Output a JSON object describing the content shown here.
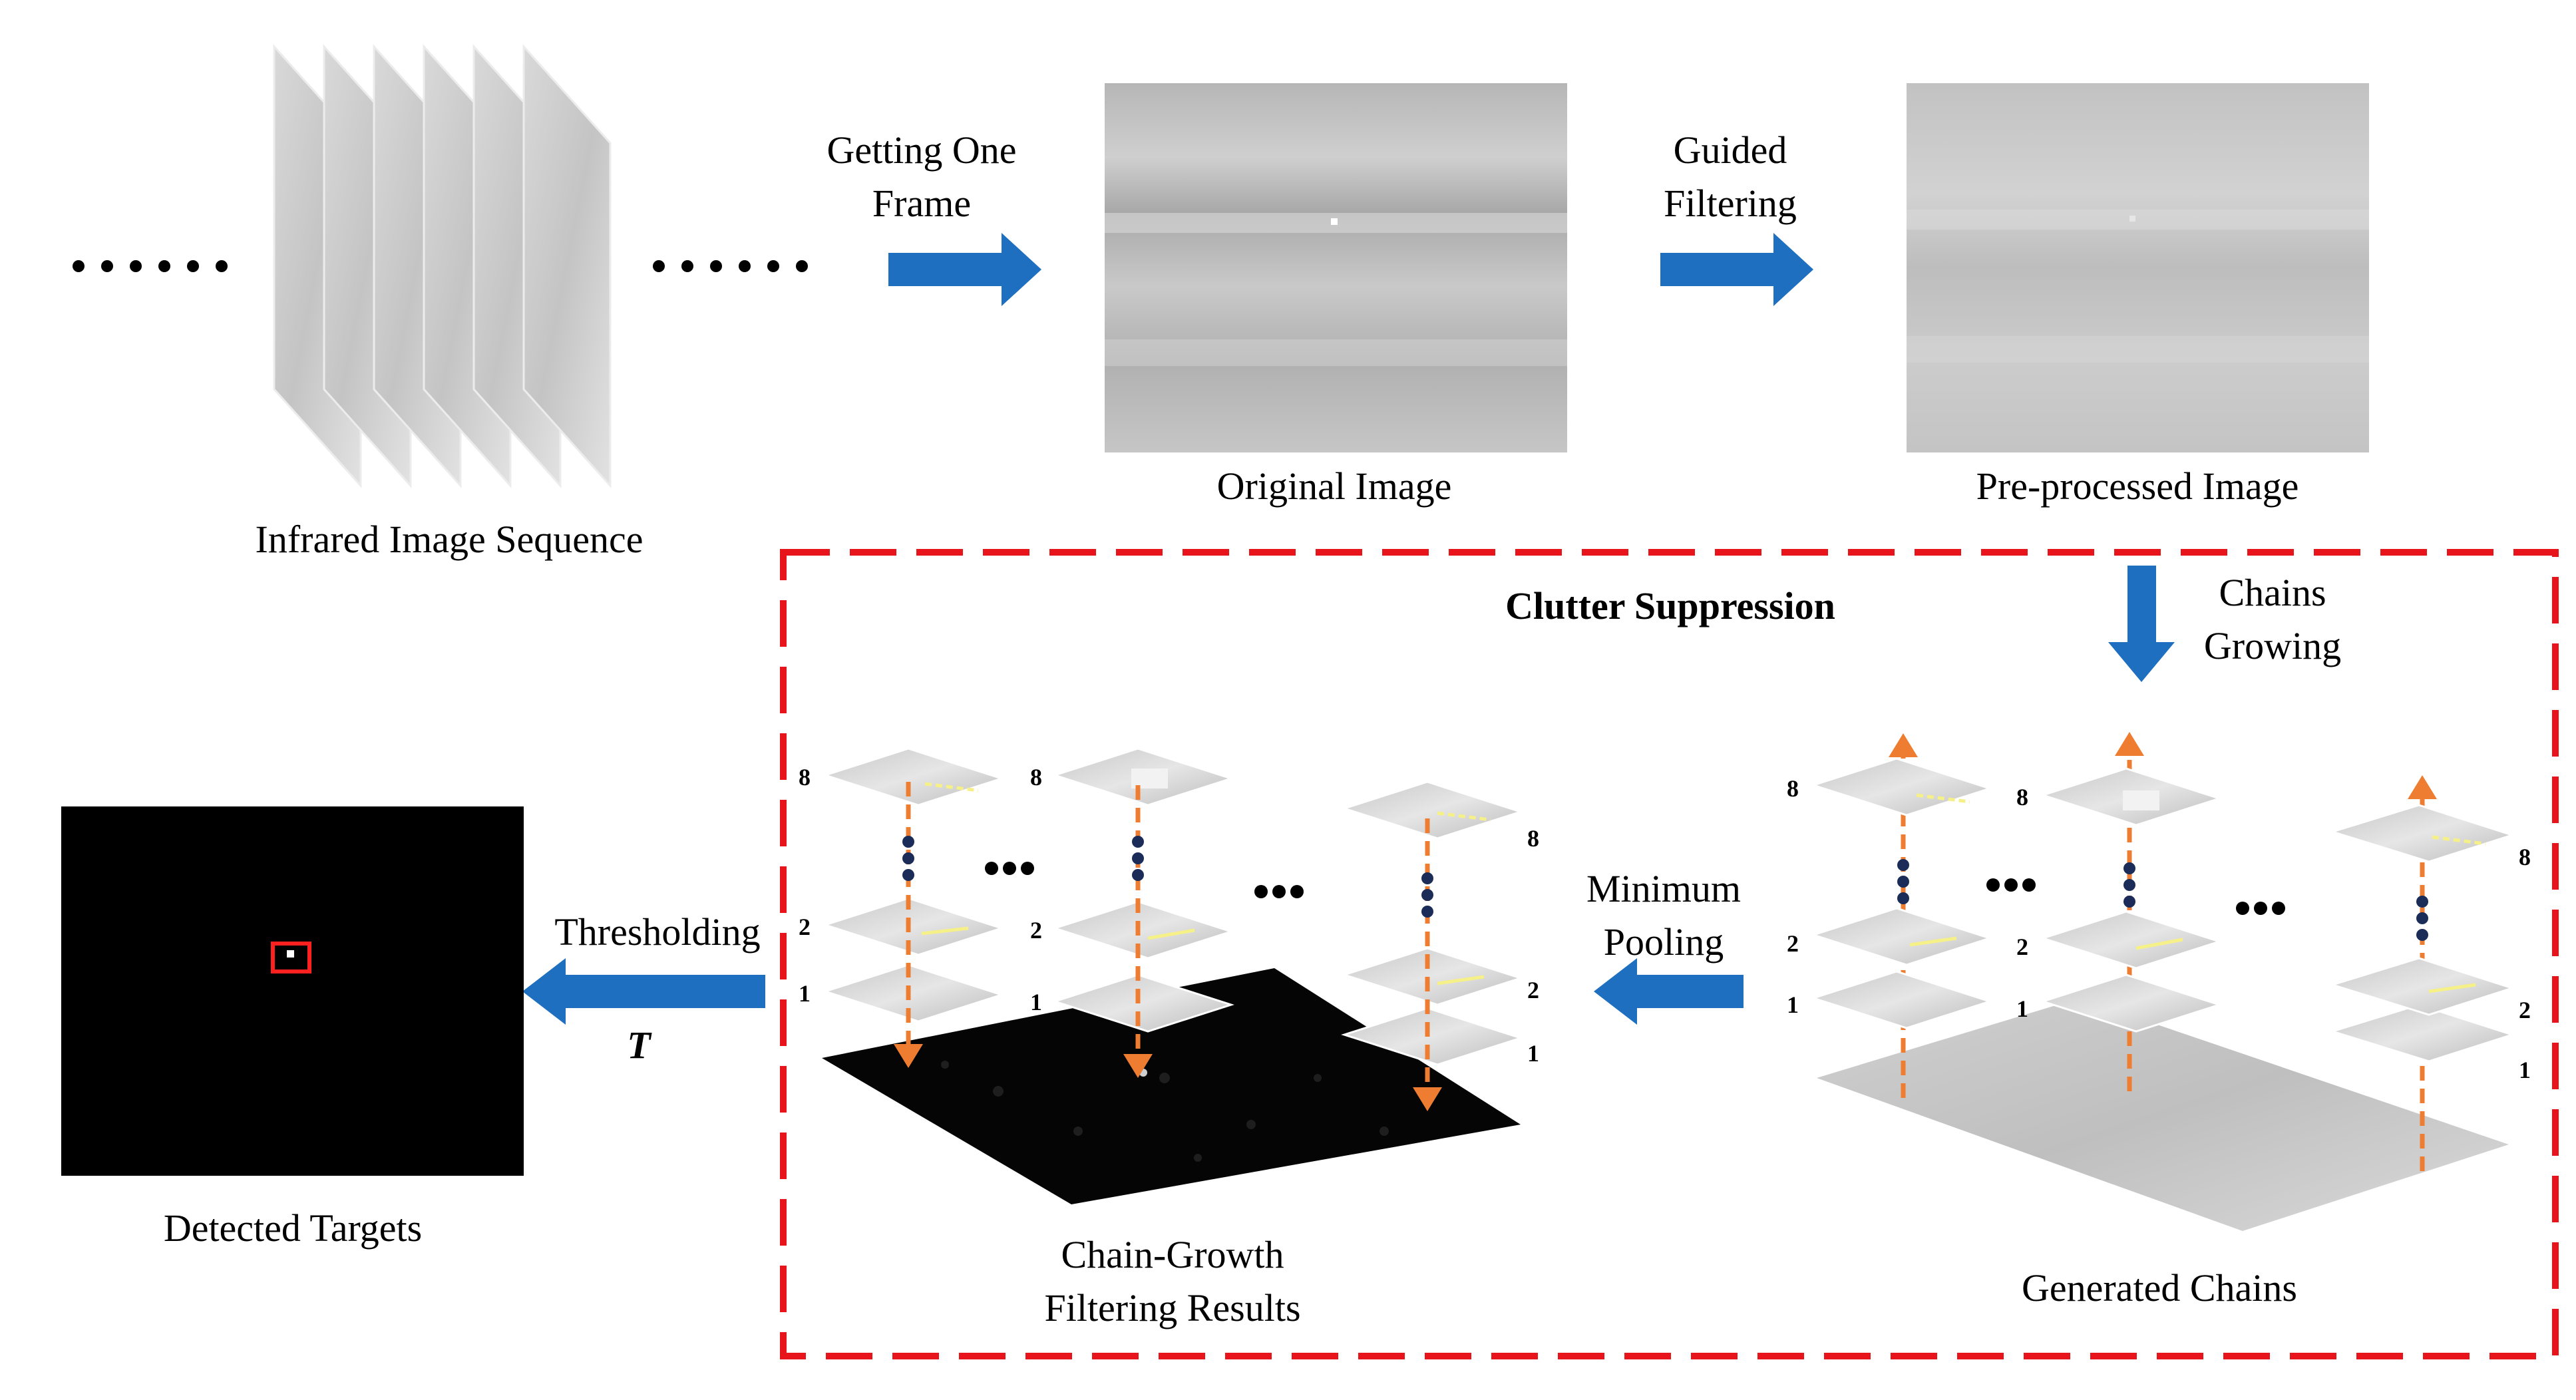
{
  "labels": {
    "infrared_sequence": "Infrared Image Sequence",
    "getting_frame_line1": "Getting One",
    "getting_frame_line2": "Frame",
    "original_image": "Original Image",
    "guided_line1": "Guided",
    "guided_line2": "Filtering",
    "preprocessed_image": "Pre-processed Image",
    "clutter_suppression": "Clutter Suppression",
    "chains_line1": "Chains",
    "chains_line2": "Growing",
    "minimum_line1": "Minimum",
    "minimum_line2": "Pooling",
    "thresholding": "Thresholding",
    "threshold_symbol": "T",
    "detected_targets": "Detected Targets",
    "cgf_line1": "Chain-Growth",
    "cgf_line2": "Filtering Results",
    "generated_chains": "Generated Chains"
  },
  "layer_numbers": {
    "top": "8",
    "second": "2",
    "first": "1"
  },
  "colors": {
    "arrow_blue": "#1f6fc1",
    "dashed_red": "#e8141c",
    "orange": "#ee7d31",
    "chain_yellow": "#f6f088",
    "dots_navy": "#1a2c57",
    "target_box": "#ff2020"
  },
  "icons": {
    "flow_arrow": "block-arrow-icon",
    "ellipsis": "ellipsis-dots-icon"
  }
}
